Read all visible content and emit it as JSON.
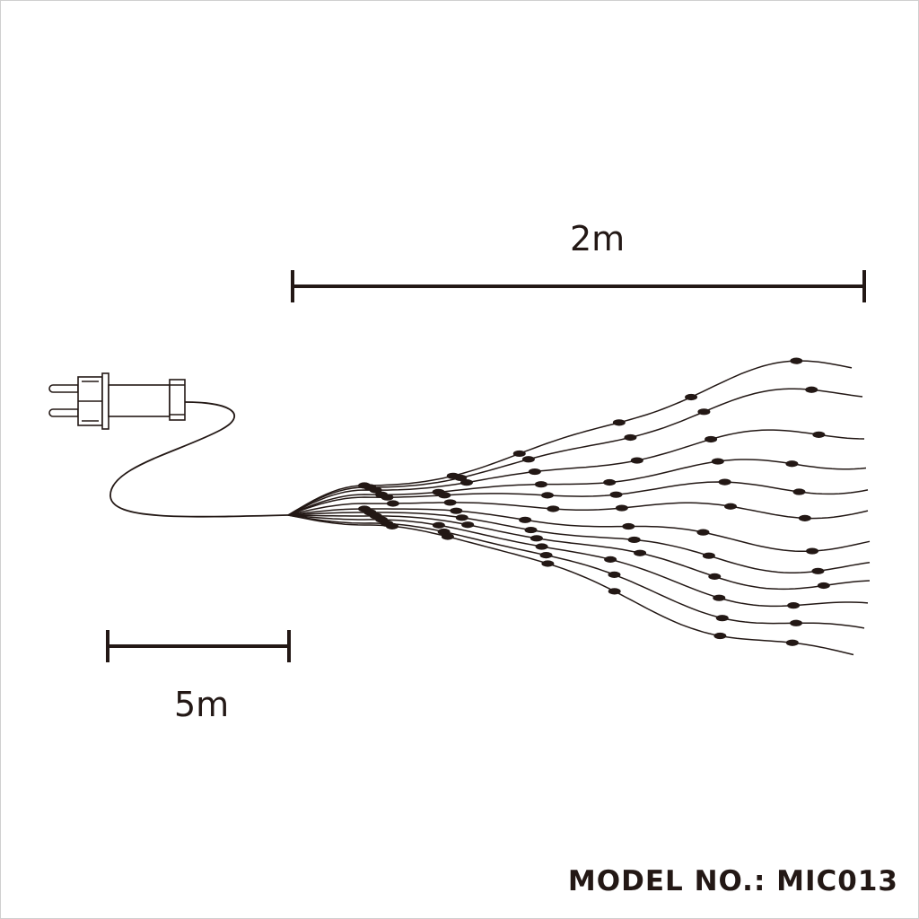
{
  "dimensions": {
    "strand_length": "2m",
    "lead_cable_length": "5m"
  },
  "model": {
    "label": "MODEL NO.: MIC013"
  },
  "colors": {
    "line": "#231815",
    "border": "#cfcfcf"
  }
}
